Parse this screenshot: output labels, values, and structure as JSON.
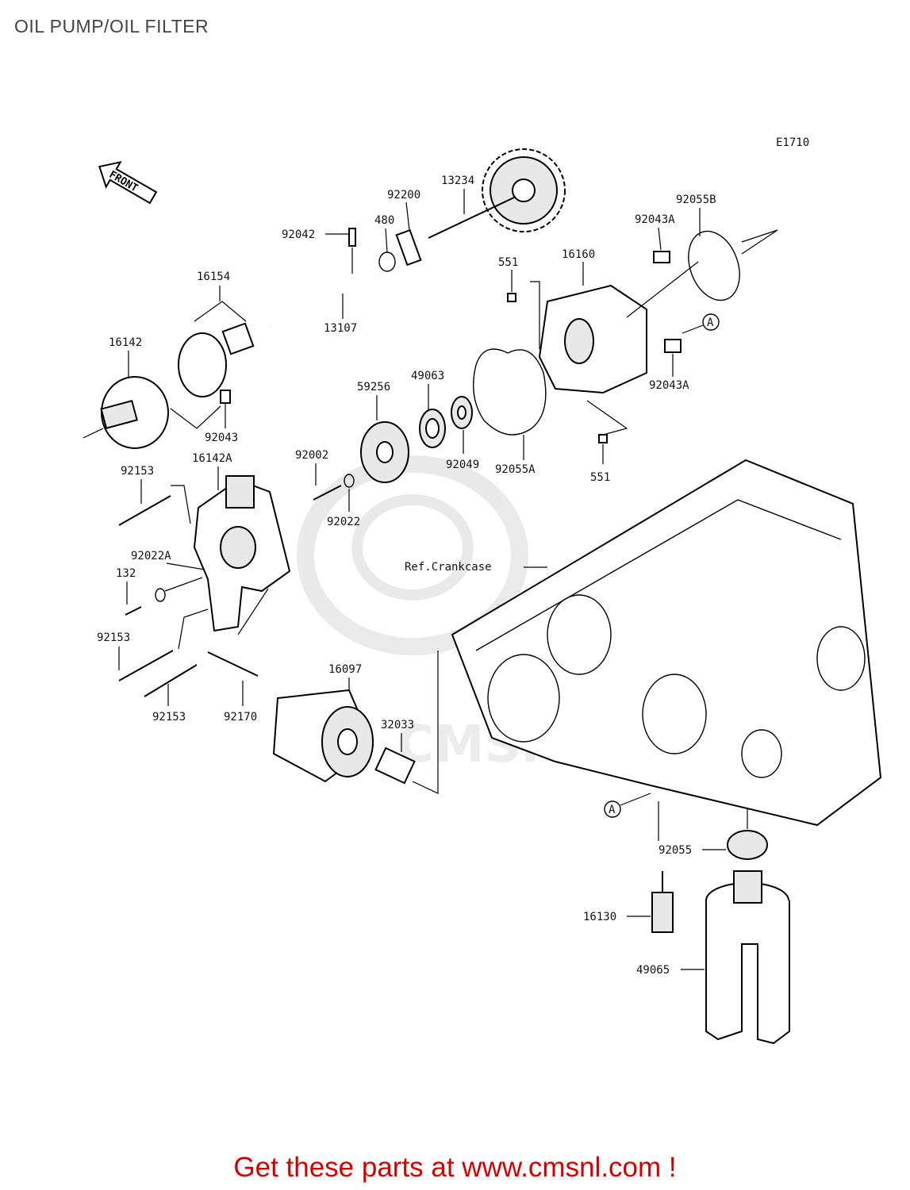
{
  "header": {
    "title": "OIL PUMP/OIL FILTER"
  },
  "diagram": {
    "code": "E1710",
    "front_label": "FRONT",
    "ref_label": "Ref.Crankcase",
    "watermark": "CMSNL",
    "callouts": {
      "p13234": "13234",
      "p92200": "92200",
      "p480": "480",
      "p92042": "92042",
      "p16154": "16154",
      "p13107": "13107",
      "p16142": "16142",
      "p92043": "92043",
      "p92055B": "92055B",
      "p92043A_top": "92043A",
      "p16160": "16160",
      "p551_top": "551",
      "p92043A_bottom": "92043A",
      "p49063": "49063",
      "p59256": "59256",
      "p92049": "92049",
      "p92055A": "92055A",
      "p551_bottom": "551",
      "p92002": "92002",
      "p92022": "92022",
      "p92153_a": "92153",
      "p16142A": "16142A",
      "p92022A": "92022A",
      "p132": "132",
      "p92153_b": "92153",
      "p92153_c": "92153",
      "p92170": "92170",
      "p16097": "16097",
      "p32033": "32033",
      "p92055": "92055",
      "p16130": "16130",
      "p49065": "49065"
    },
    "marker_A": "A"
  },
  "footer": {
    "cta": "Get these parts at www.cmsnl.com !"
  }
}
